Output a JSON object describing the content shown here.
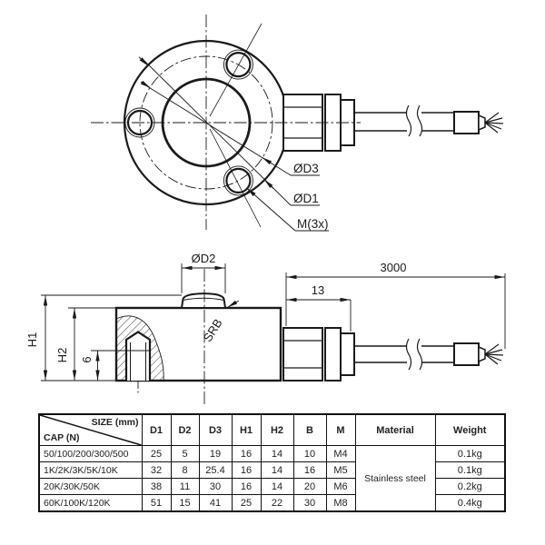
{
  "drawing": {
    "top_view": {
      "labels": {
        "d3": "ØD3",
        "d1": "ØD1",
        "m": "M(3x)"
      }
    },
    "side_view": {
      "labels": {
        "d2": "ØD2",
        "srb": "SRB",
        "h1": "H1",
        "h2": "H2",
        "depth": "6",
        "gland_length": "13",
        "cable_length": "3000"
      }
    }
  },
  "table": {
    "corner": {
      "top": "SIZE (mm)",
      "bottom": "CAP (N)"
    },
    "columns": [
      "D1",
      "D2",
      "D3",
      "H1",
      "H2",
      "B",
      "M",
      "Material",
      "Weight"
    ],
    "material_merged": "Stainless steel",
    "rows": [
      {
        "cap": "50/100/200/300/500",
        "d1": "25",
        "d2": "5",
        "d3": "19",
        "h1": "16",
        "h2": "14",
        "b": "10",
        "m": "M4",
        "weight": "0.1kg"
      },
      {
        "cap": "1K/2K/3K/5K/10K",
        "d1": "32",
        "d2": "8",
        "d3": "25.4",
        "h1": "16",
        "h2": "14",
        "b": "16",
        "m": "M5",
        "weight": "0.1kg"
      },
      {
        "cap": "20K/30K/50K",
        "d1": "38",
        "d2": "11",
        "d3": "30",
        "h1": "16",
        "h2": "14",
        "b": "20",
        "m": "M6",
        "weight": "0.2kg"
      },
      {
        "cap": "60K/100K/120K",
        "d1": "51",
        "d2": "15",
        "d3": "41",
        "h1": "25",
        "h2": "22",
        "b": "30",
        "m": "M8",
        "weight": "0.4kg"
      }
    ]
  }
}
